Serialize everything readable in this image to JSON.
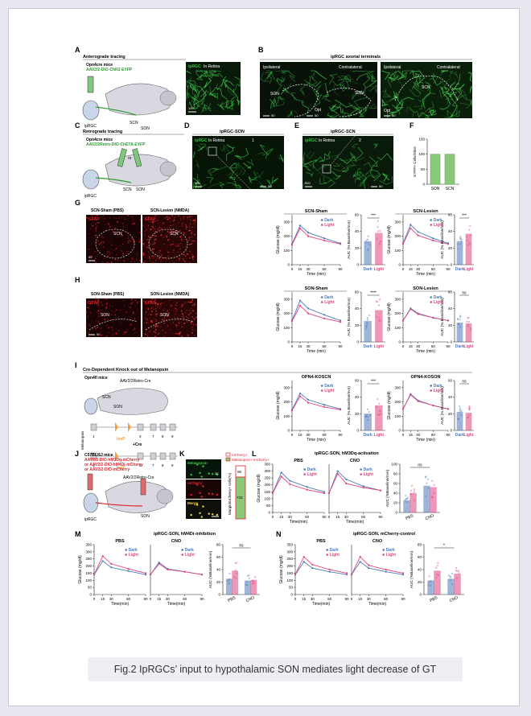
{
  "caption": "Fig.2 IpRGCs’ input to hypothalamic SON mediates light decrease of GT",
  "colors": {
    "dark": "#4f79b8",
    "light": "#e0457f",
    "green": "#35c23f",
    "red": "#e0242c",
    "bar_green": "#8bc97a"
  },
  "panels": {
    "A": {
      "letter": "A",
      "title": "Anterograde tracing",
      "mice": "Opn4cre mice",
      "virus": "AAV2/2-DIO-ChR2-EYFP",
      "img_label": "ipRGC",
      "img_label2": "In Retina",
      "ipRGC": "ipRGC",
      "scn": "SCN",
      "son": "SON",
      "scale": "100"
    },
    "B": {
      "letter": "B",
      "title": "ipRGC axonal terminals",
      "ipsi": "Ipsilateral",
      "contra": "Contralateral",
      "son": "SON",
      "opt": "Opt",
      "scn": "SCN",
      "scale1": "50",
      "scale2": "50",
      "scale3": "50"
    },
    "C": {
      "letter": "C",
      "title": "Retrograde tracing",
      "mice": "Opn4cre mice",
      "virus": "AAV2/2Retro-DIO-ChETA-EYFP",
      "or": "or",
      "ipRGC": "ipRGC",
      "scn": "SCN",
      "son": "SON"
    },
    "D": {
      "letter": "D",
      "title": "ipRGC-SON",
      "img_label": "ipRGC",
      "img_label2": "In Retina",
      "inset": "1",
      "scale1": "500",
      "scale2": "50"
    },
    "E": {
      "letter": "E",
      "title": "ipRGC-SCN",
      "img_label": "ipRGC",
      "img_label2": "In Retina",
      "inset": "2",
      "scale1": "500",
      "scale2": "50"
    },
    "F": {
      "letter": "F",
      "ylabel": "EYFP+ Cells/Slice",
      "cat1": "SON",
      "cat2": "SCN"
    },
    "G": {
      "letter": "G",
      "img1": "SCN-Sham (PBS)",
      "img2": "SCN-Lesion (NMDA)",
      "gfap": "GFAP",
      "scn": "SCN",
      "scale": "50"
    },
    "H": {
      "letter": "H",
      "img1": "SON-Sham (PBS)",
      "img2": "SON-Lesion (NMDA)",
      "gfap": "GFAP",
      "son": "SON",
      "scale": "50"
    },
    "I": {
      "letter": "I",
      "title": "Cre-Dependent Knock out of Melanopsin",
      "mice": "Opn4fl mice",
      "virus": "AAV2/2Retro-Cre",
      "scn": "SCN",
      "son": "SON",
      "cre": "+Cre",
      "loxp1": "loxP",
      "loxp2": "loxP",
      "gene": "Melanopsin",
      "exons1": [
        "1",
        "3",
        "7",
        "8",
        "9"
      ],
      "exons2": [
        "1",
        "3",
        "7",
        "8",
        "9"
      ]
    },
    "J": {
      "letter": "J",
      "mice": "C57BL/6J mice",
      "v1": "AAV2/2-DIO-hM3Dq-mCherry",
      "v2": "or AAV2/2-DIO-hM4Di-mCherry",
      "v3": "or AAV2/2-DIO-mCherry",
      "retro": "AAV2/2Retro-Cre",
      "ipRGC": "ipRGC",
      "son": "SON"
    },
    "K": {
      "letter": "K",
      "img1": "Melanopsin",
      "img2": "mCherry",
      "img3": "Merge",
      "scale1": "25",
      "legend1": "mCherry+",
      "legend2": "Melanopsin+ mCherry+",
      "ylabel": "Margin/mCherry+ cells(%)",
      "top_num": "95",
      "bot_num": "733"
    }
  },
  "chart_data": [
    {
      "id": "G-line",
      "type": "line",
      "letter": "",
      "title": "SCN-Sham",
      "xlabel": "Time (min)",
      "ylabel": "Glucose (mg/dl)",
      "x": [
        0,
        15,
        30,
        60,
        90
      ],
      "xticks": [
        "0",
        "15",
        "30",
        "60",
        "90"
      ],
      "yticks": [
        "0",
        "100",
        "200",
        "300"
      ],
      "ylim": [
        0,
        350
      ],
      "series": [
        {
          "name": "Dark",
          "values": [
            145,
            275,
            225,
            185,
            150
          ]
        },
        {
          "name": "Light",
          "values": [
            140,
            255,
            200,
            170,
            145
          ]
        }
      ]
    },
    {
      "id": "G-bar1",
      "type": "bar",
      "ylabel": "AUC (% Baseline/min)",
      "categories": [
        "Dark",
        "Light"
      ],
      "values": [
        28,
        38
      ],
      "yticks": [
        "0",
        "20",
        "40",
        "60"
      ],
      "ylim": [
        0,
        60
      ],
      "sig": "***"
    },
    {
      "id": "G-line2",
      "type": "line",
      "title": "SCN-Lesion",
      "xlabel": "Time (min)",
      "ylabel": "Glucose (mg/dl)",
      "x": [
        0,
        15,
        30,
        60,
        90
      ],
      "xticks": [
        "0",
        "15",
        "30",
        "60",
        "90"
      ],
      "yticks": [
        "0",
        "100",
        "200",
        "300"
      ],
      "ylim": [
        0,
        350
      ],
      "series": [
        {
          "name": "Dark",
          "values": [
            150,
            280,
            230,
            185,
            150
          ]
        },
        {
          "name": "Light",
          "values": [
            145,
            255,
            205,
            170,
            145
          ]
        }
      ]
    },
    {
      "id": "G-bar2",
      "type": "bar",
      "ylabel": "AUC (% Baseline/min)",
      "categories": [
        "Dark",
        "Light"
      ],
      "values": [
        28,
        37
      ],
      "yticks": [
        "0",
        "20",
        "40",
        "60"
      ],
      "ylim": [
        0,
        60
      ],
      "sig": "***"
    },
    {
      "id": "H-line",
      "type": "line",
      "title": "SON-Sham",
      "xlabel": "Time (min)",
      "ylabel": "Glucose (mg/dl)",
      "x": [
        0,
        15,
        30,
        60,
        90
      ],
      "xticks": [
        "0",
        "15",
        "30",
        "60",
        "90"
      ],
      "yticks": [
        "0",
        "100",
        "200",
        "300"
      ],
      "ylim": [
        0,
        350
      ],
      "series": [
        {
          "name": "Dark",
          "values": [
            150,
            290,
            235,
            190,
            150
          ]
        },
        {
          "name": "Light",
          "values": [
            145,
            255,
            200,
            165,
            140
          ]
        }
      ]
    },
    {
      "id": "H-bar1",
      "type": "bar",
      "ylabel": "AUC (% Baseline/min)",
      "categories": [
        "Dark",
        "Light"
      ],
      "values": [
        25,
        38
      ],
      "yticks": [
        "0",
        "20",
        "40",
        "60"
      ],
      "ylim": [
        0,
        60
      ],
      "sig": "****"
    },
    {
      "id": "H-line2",
      "type": "line",
      "title": "SON-Lesion",
      "xlabel": "Time (min)",
      "ylabel": "Glucose (mg/dl)",
      "x": [
        0,
        15,
        30,
        60,
        90
      ],
      "xticks": [
        "0",
        "15",
        "30",
        "60",
        "90"
      ],
      "yticks": [
        "0",
        "100",
        "200",
        "300"
      ],
      "ylim": [
        0,
        350
      ],
      "series": [
        {
          "name": "Dark",
          "values": [
            150,
            235,
            200,
            170,
            150
          ]
        },
        {
          "name": "Light",
          "values": [
            150,
            230,
            195,
            170,
            150
          ]
        }
      ]
    },
    {
      "id": "H-bar2",
      "type": "bar",
      "ylabel": "AUC (% Baseline/min)",
      "categories": [
        "Dark",
        "Light"
      ],
      "values": [
        23,
        22
      ],
      "yticks": [
        "0",
        "20",
        "40",
        "60"
      ],
      "ylim": [
        0,
        60
      ],
      "sig": "ns"
    },
    {
      "id": "I-line",
      "type": "line",
      "title": "OPN4-KOSCN",
      "xlabel": "Time (min)",
      "ylabel": "Glucose (mg/dl)",
      "x": [
        0,
        15,
        30,
        60,
        90
      ],
      "xticks": [
        "0",
        "15",
        "30",
        "60",
        "90"
      ],
      "yticks": [
        "0",
        "100",
        "200",
        "300"
      ],
      "ylim": [
        0,
        350
      ],
      "series": [
        {
          "name": "Dark",
          "values": [
            145,
            260,
            215,
            180,
            150
          ]
        },
        {
          "name": "Light",
          "values": [
            140,
            240,
            195,
            165,
            145
          ]
        }
      ]
    },
    {
      "id": "I-bar1",
      "type": "bar",
      "ylabel": "AUC (% Baseline/min)",
      "categories": [
        "Dark",
        "Light"
      ],
      "values": [
        20,
        30
      ],
      "yticks": [
        "0",
        "20",
        "40",
        "60"
      ],
      "ylim": [
        0,
        60
      ],
      "sig": "***"
    },
    {
      "id": "I-line2",
      "type": "line",
      "title": "OPN4-KOSON",
      "xlabel": "Time (min)",
      "ylabel": "Glucose (mg/dl)",
      "x": [
        0,
        15,
        30,
        60,
        90
      ],
      "xticks": [
        "0",
        "15",
        "30",
        "60",
        "90"
      ],
      "yticks": [
        "0",
        "100",
        "200",
        "300"
      ],
      "ylim": [
        0,
        350
      ],
      "series": [
        {
          "name": "Dark",
          "values": [
            150,
            255,
            210,
            175,
            150
          ]
        },
        {
          "name": "Light",
          "values": [
            150,
            250,
            205,
            175,
            150
          ]
        }
      ]
    },
    {
      "id": "I-bar2",
      "type": "bar",
      "ylabel": "AUC (% Baseline/min)",
      "categories": [
        "Dark",
        "Light"
      ],
      "values": [
        22,
        21
      ],
      "yticks": [
        "0",
        "20",
        "40",
        "60"
      ],
      "ylim": [
        0,
        60
      ],
      "sig": "ns"
    },
    {
      "id": "L-line1",
      "type": "line",
      "title": "PBS",
      "suptitle": "ipRGC-SON, hM3Dq-activation",
      "xlabel": "Time(min)",
      "ylabel": "Glucose (mg/dl)",
      "x": [
        0,
        15,
        30,
        60,
        90
      ],
      "xticks": [
        "0",
        "15",
        "30",
        "60",
        "90"
      ],
      "yticks": [
        "0",
        "50",
        "100",
        "150",
        "200",
        "250",
        "300",
        "350"
      ],
      "ylim": [
        0,
        350
      ],
      "series": [
        {
          "name": "Dark",
          "values": [
            140,
            290,
            230,
            185,
            150
          ]
        },
        {
          "name": "Light",
          "values": [
            140,
            260,
            205,
            165,
            140
          ]
        }
      ]
    },
    {
      "id": "L-line2",
      "type": "line",
      "title": "CNO",
      "xlabel": "Time(min)",
      "ylabel": "",
      "x": [
        0,
        15,
        30,
        60,
        90
      ],
      "xticks": [
        "0",
        "15",
        "30",
        "60",
        "90"
      ],
      "yticks": [],
      "ylim": [
        0,
        350
      ],
      "series": [
        {
          "name": "Dark",
          "values": [
            140,
            300,
            240,
            190,
            160
          ]
        },
        {
          "name": "Light",
          "values": [
            140,
            280,
            210,
            180,
            160
          ]
        }
      ]
    },
    {
      "id": "L-bar",
      "type": "bar",
      "ylabel": "AUC (%Baseline/min)",
      "categories": [
        "PBS",
        "CNO"
      ],
      "series": [
        {
          "name": "Dark",
          "values": [
            25,
            55
          ]
        },
        {
          "name": "Light",
          "values": [
            40,
            52
          ]
        }
      ],
      "yticks": [
        "0",
        "20",
        "40",
        "60",
        "80",
        "100"
      ],
      "ylim": [
        0,
        100
      ],
      "sig": "ns"
    },
    {
      "id": "M-line1",
      "type": "line",
      "title": "PBS",
      "suptitle": "ipRGC-SON, hM4Di-inhibition",
      "xlabel": "Time(min)",
      "ylabel": "Glucose (mg/dl)",
      "x": [
        0,
        15,
        30,
        60,
        90
      ],
      "xticks": [
        "0",
        "15",
        "30",
        "60",
        "90"
      ],
      "yticks": [
        "0",
        "50",
        "100",
        "150",
        "200",
        "250",
        "300",
        "350"
      ],
      "ylim": [
        0,
        350
      ],
      "series": [
        {
          "name": "Dark",
          "values": [
            140,
            235,
            190,
            165,
            140
          ]
        },
        {
          "name": "Light",
          "values": [
            140,
            270,
            215,
            180,
            150
          ]
        }
      ]
    },
    {
      "id": "M-line2",
      "type": "line",
      "title": "CNO",
      "xlabel": "Time(min)",
      "ylabel": "",
      "x": [
        0,
        15,
        30,
        60,
        90
      ],
      "xticks": [
        "0",
        "15",
        "30",
        "60",
        "90"
      ],
      "yticks": [],
      "ylim": [
        0,
        350
      ],
      "series": [
        {
          "name": "Dark",
          "values": [
            140,
            225,
            180,
            160,
            140
          ]
        },
        {
          "name": "Light",
          "values": [
            140,
            215,
            175,
            160,
            140
          ]
        }
      ]
    },
    {
      "id": "M-bar",
      "type": "bar",
      "ylabel": "AUC (%Baseline/min)",
      "categories": [
        "PBS",
        "CNO"
      ],
      "series": [
        {
          "name": "Dark",
          "values": [
            25,
            22
          ]
        },
        {
          "name": "Light",
          "values": [
            38,
            23
          ]
        }
      ],
      "yticks": [
        "0",
        "20",
        "40",
        "60",
        "80"
      ],
      "ylim": [
        0,
        80
      ],
      "sig": "ns"
    },
    {
      "id": "N-line1",
      "type": "line",
      "title": "PBS",
      "suptitle": "ipRGC-SON, mCherry-control",
      "xlabel": "Time(min)",
      "ylabel": "Glucose (mg/dl)",
      "x": [
        0,
        15,
        30,
        60,
        90
      ],
      "xticks": [
        "0",
        "15",
        "30",
        "60",
        "90"
      ],
      "yticks": [
        "0",
        "50",
        "100",
        "150",
        "200",
        "250",
        "300",
        "350"
      ],
      "ylim": [
        0,
        350
      ],
      "series": [
        {
          "name": "Dark",
          "values": [
            140,
            230,
            185,
            160,
            140
          ]
        },
        {
          "name": "Light",
          "values": [
            140,
            265,
            210,
            175,
            150
          ]
        }
      ]
    },
    {
      "id": "N-line2",
      "type": "line",
      "title": "CNO",
      "xlabel": "Time(min)",
      "ylabel": "",
      "x": [
        0,
        15,
        30,
        60,
        90
      ],
      "xticks": [
        "0",
        "15",
        "30",
        "60",
        "90"
      ],
      "yticks": [],
      "ylim": [
        0,
        350
      ],
      "series": [
        {
          "name": "Dark",
          "values": [
            140,
            230,
            185,
            160,
            140
          ]
        },
        {
          "name": "Light",
          "values": [
            140,
            265,
            205,
            175,
            150
          ]
        }
      ]
    },
    {
      "id": "N-bar",
      "type": "bar",
      "ylabel": "AUC (%Baseline/min)",
      "categories": [
        "PBS",
        "CNO"
      ],
      "series": [
        {
          "name": "Dark",
          "values": [
            22,
            25
          ]
        },
        {
          "name": "Light",
          "values": [
            38,
            33
          ]
        }
      ],
      "yticks": [
        "0",
        "20",
        "40",
        "60",
        "80"
      ],
      "ylim": [
        0,
        80
      ],
      "sig": "*"
    }
  ],
  "F_bars": {
    "type": "bar",
    "categories": [
      "SON",
      "SCN"
    ],
    "values": [
      100,
      100
    ],
    "yticks": [
      "0",
      "50",
      "100",
      "150"
    ],
    "ylim": [
      0,
      150
    ]
  }
}
